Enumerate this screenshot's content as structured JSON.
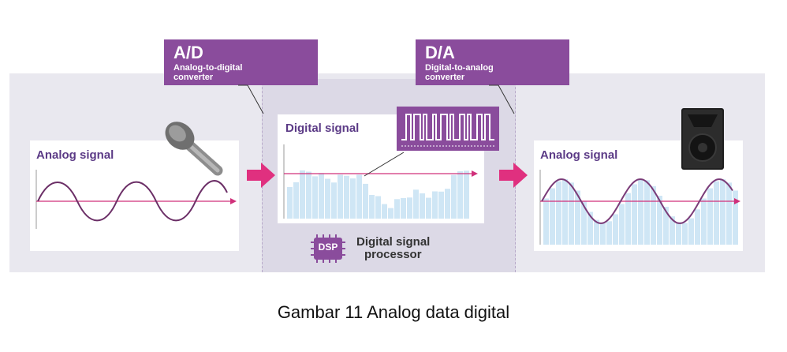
{
  "converters": {
    "ad": {
      "head": "A/D",
      "sub1": "Analog-to-digital",
      "sub2": "converter"
    },
    "da": {
      "head": "D/A",
      "sub1": "Digital-to-analog",
      "sub2": "converter"
    }
  },
  "panels": {
    "left_title": "Analog signal",
    "middle_title": "Digital signal",
    "right_title": "Analog signal"
  },
  "dsp": {
    "chip": "DSP",
    "line1": "Digital signal",
    "line2": "processor"
  },
  "caption": "Gambar 11 Analog data digital",
  "colors": {
    "purple": "#8a4c9c",
    "magenta_arrow": "#e0307f",
    "bar_fill": "#cfe6f5",
    "wave": "#7a3b78"
  }
}
